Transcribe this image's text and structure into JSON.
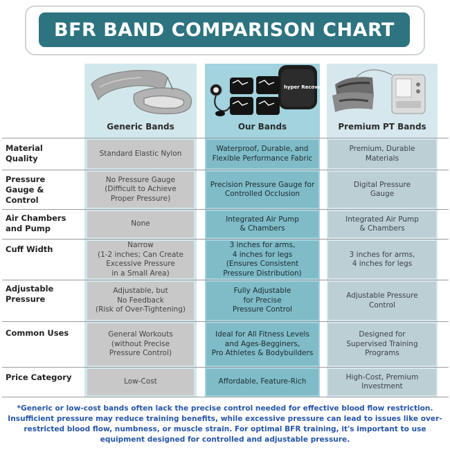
{
  "title": "BFR BAND COMPARISON CHART",
  "columns": {
    "generic": "Generic Bands",
    "ours": "Our Bands",
    "premium": "Premium PT Bands"
  },
  "brand_logo": "hyper Recovery",
  "rows": [
    {
      "label": "Material\nQuality",
      "generic": "Standard Elastic Nylon",
      "ours": "Waterproof, Durable, and\nFlexible Performance Fabric",
      "premium": "Premium, Durable\nMaterials"
    },
    {
      "label": "Pressure\nGauge &\nControl",
      "generic": "No Pressure Gauge\n(Difficult to Achieve\nProper Pressure)",
      "ours": "Precision Pressure Gauge for\nControlled Occlusion",
      "premium": "Digital Pressure\nGauge"
    },
    {
      "label": "Air Chambers\nand Pump",
      "generic": "None",
      "ours": "Integrated Air Pump\n& Chambers",
      "premium": "Integrated Air Pump\n& Chambers"
    },
    {
      "label": "Cuff Width",
      "generic": "Narrow\n(1-2 inches; Can Create\nExcessive Pressure\nin a Small Area)",
      "ours": "3 inches for arms,\n4 inches for legs\n(Ensures Consistent\nPressure Distribution)",
      "premium": "3 inches for arms,\n4 inches for legs"
    },
    {
      "label": "Adjustable\nPressure",
      "generic": "Adjustable, but\nNo Feedback\n(Risk of Over-Tightening)",
      "ours": "Fully Adjustable\nfor Precise\nPressure Control",
      "premium": "Adjustable Pressure\nControl"
    },
    {
      "label": "Common Uses",
      "generic": "General Workouts\n(without Precise\nPressure Control)",
      "ours": "Ideal for All Fitness Levels\nand Ages-Begginers,\nPro Athletes & Bodybuilders",
      "premium": "Designed for\nSupervised Training\nPrograms"
    },
    {
      "label": "Price Category",
      "generic": "Low-Cost",
      "ours": "Affordable, Feature-Rich",
      "premium": "High-Cost, Premium\nInvestment"
    }
  ],
  "footnote": "*Generic or low-cost bands often lack the precise control needed for effective blood flow restriction. Insufficient pressure may reduce training benefits, while excessive pressure can lead to issues like over-restricted blood flow, numbness, or muscle strain. For optimal BFR training, it's important to use equipment designed for controlled and adjustable pressure."
}
